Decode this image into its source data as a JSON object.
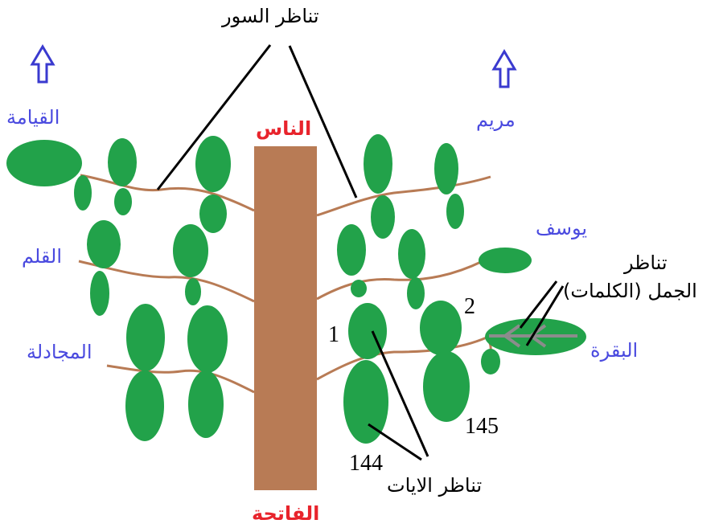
{
  "labels": {
    "surah_symmetry": "تناظر السور",
    "sentence_symmetry_line1": "تناظر",
    "sentence_symmetry_line2": "الجمل (الكلمات)",
    "verse_symmetry": "تناظر الايات"
  },
  "trunk": {
    "top": "الناس",
    "bottom": "الفاتحة"
  },
  "branches": {
    "left": [
      "القيامة",
      "القلم",
      "المجادلة"
    ],
    "right": [
      "مريم",
      "يوسف",
      "البقرة"
    ]
  },
  "verse_numbers": [
    "1",
    "2",
    "144",
    "145"
  ],
  "arrow_icons": [
    "up-arrow-icon",
    "up-arrow-icon"
  ],
  "colors": {
    "leaf": "#22a24a",
    "trunk": "#b87b55",
    "branch": "#b87b55",
    "label_blue": "#4a4adf",
    "label_red": "#e8242c",
    "arrow": "#3a3acf",
    "inner_arrow": "#8c8c8c"
  }
}
